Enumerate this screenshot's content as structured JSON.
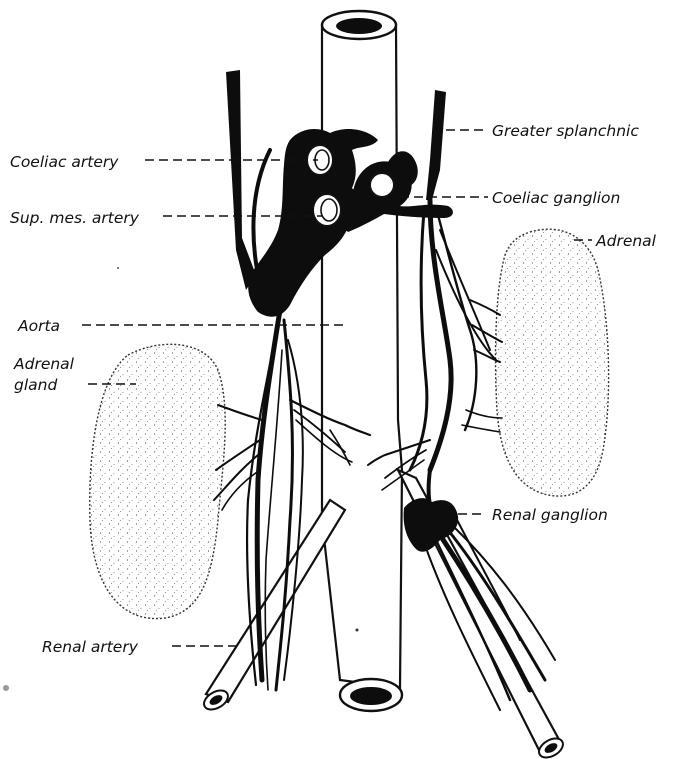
{
  "labels": {
    "greater_splanchnic": "Greater splanchnic",
    "coeliac_artery": "Coeliac artery",
    "coeliac_ganglion": "Coeliac ganglion",
    "sup_mes_artery": "Sup. mes. artery",
    "adrenal_right": "Adrenal",
    "aorta": "Aorta",
    "adrenal_gland_line1": "Adrenal",
    "adrenal_gland_line2": "gland",
    "renal_ganglion": "Renal ganglion",
    "renal_artery": "Renal artery"
  }
}
